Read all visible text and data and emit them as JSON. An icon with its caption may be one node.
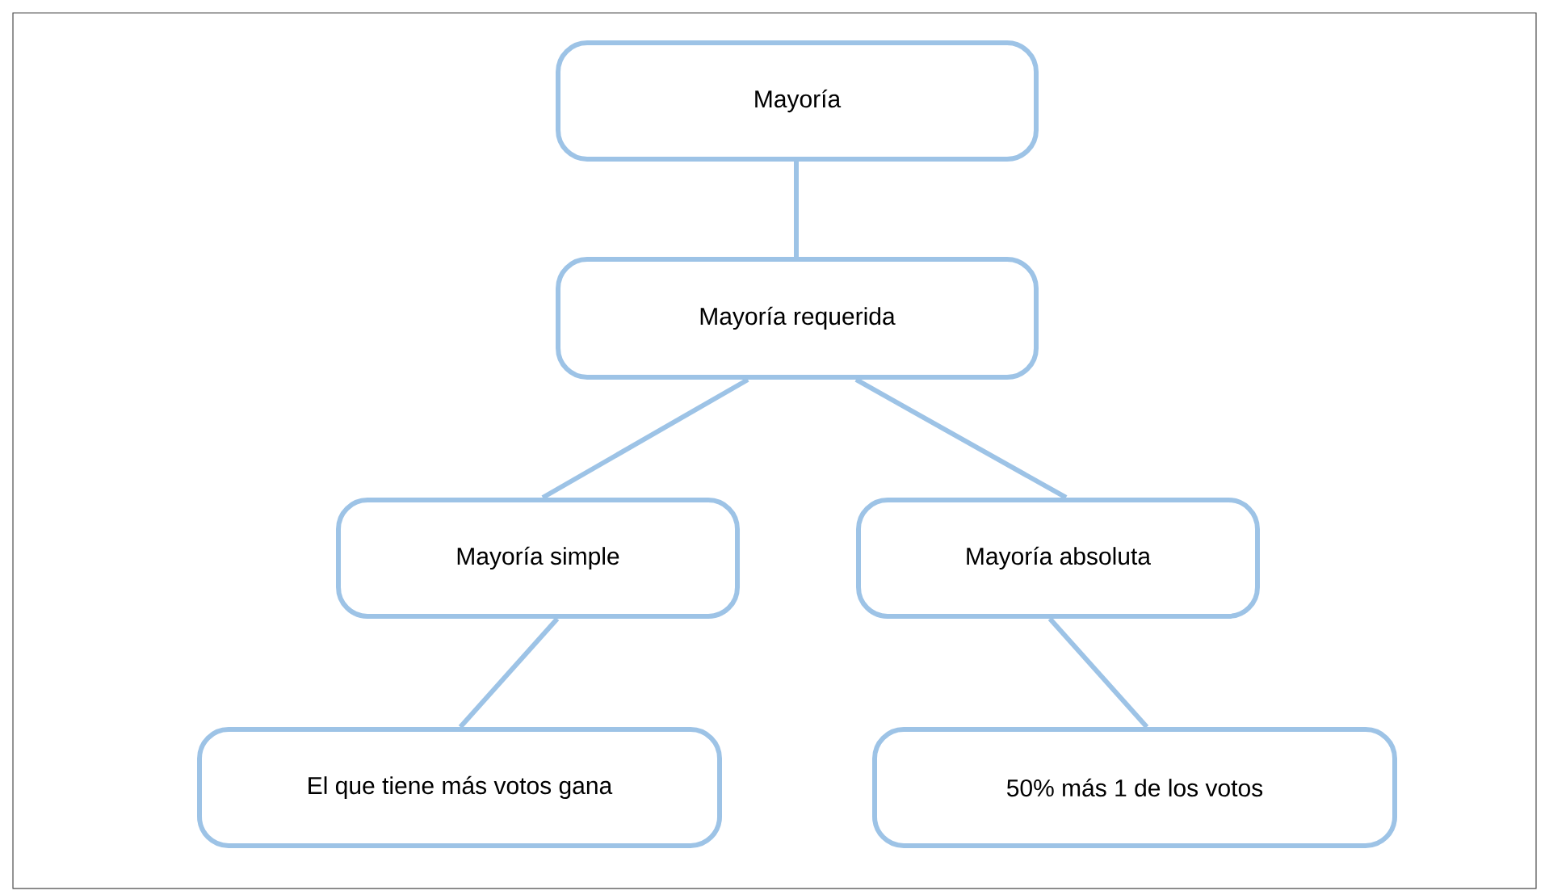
{
  "diagram": {
    "nodes": [
      {
        "text": [
          "Mayoría"
        ]
      },
      {
        "text": [
          "Mayoría requerida"
        ]
      },
      {
        "text": [
          "Mayoría simple"
        ]
      },
      {
        "text": [
          "Mayoría absoluta"
        ]
      },
      {
        "text": [
          "El que tiene más votos gana"
        ]
      },
      {
        "text": [
          "50% más 1 de los votos"
        ]
      }
    ],
    "edges": [
      {
        "from": 0,
        "to": 1,
        "arrow": "none"
      },
      {
        "from": 1,
        "to": 2,
        "arrow": "none"
      },
      {
        "from": 1,
        "to": 3,
        "arrow": "none"
      },
      {
        "from": 2,
        "to": 4,
        "arrow": "none"
      },
      {
        "from": 3,
        "to": 5,
        "arrow": "none"
      }
    ]
  }
}
